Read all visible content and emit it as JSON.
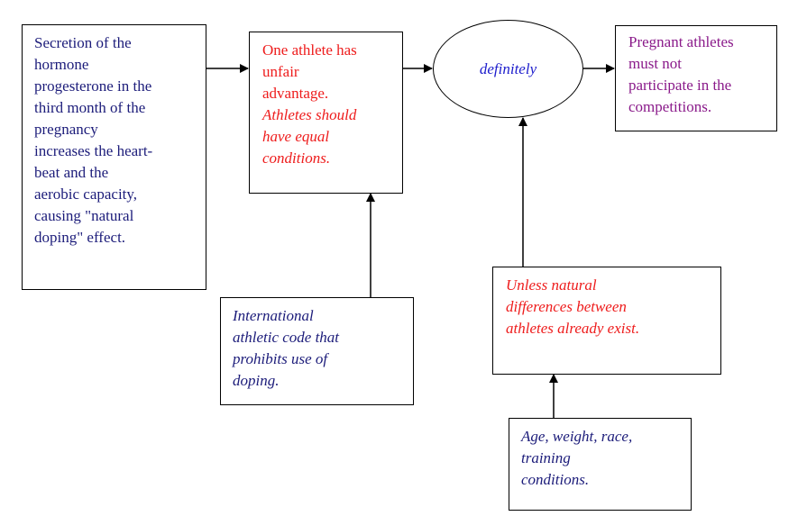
{
  "nodes": {
    "premise": {
      "lines": [
        "Secretion of the",
        "hormone",
        "progesterone in the",
        "third month of the",
        "pregnancy",
        "increases the heart-",
        "beat and the",
        "aerobic capacity,",
        "causing \"natural",
        "doping\" effect."
      ]
    },
    "inference": {
      "lines": [
        "One athlete has",
        "unfair",
        "advantage."
      ],
      "italic_lines": [
        "Athletes should",
        "have equal",
        "conditions."
      ]
    },
    "qualifier": {
      "label": "definitely"
    },
    "conclusion": {
      "lines": [
        "Pregnant athletes",
        "must not",
        "participate in the",
        "competitions."
      ]
    },
    "warrant_backing": {
      "lines": [
        "International",
        "athletic code that",
        "prohibits use of",
        "doping."
      ]
    },
    "rebuttal": {
      "lines": [
        "Unless natural",
        "differences between",
        "athletes already exist."
      ]
    },
    "rebuttal_backing": {
      "lines": [
        "Age, weight, race,",
        "training",
        "conditions."
      ]
    }
  },
  "colors": {
    "premise_text": "#1c1c7a",
    "claim_text": "#ee1c1c",
    "qualifier_text": "#1c1ccc",
    "conclusion_text": "#8a1a8a",
    "backing_text": "#1c1c7a"
  }
}
